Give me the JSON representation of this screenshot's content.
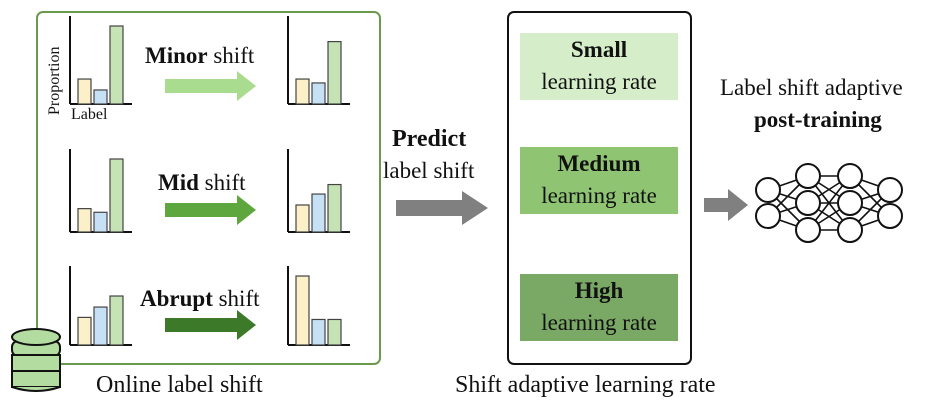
{
  "online_section": {
    "caption": "Online label shift",
    "axis_y_label": "Proportion",
    "axis_x_label": "Label",
    "shifts": [
      {
        "bold": "Minor",
        "rest": " shift",
        "arrow_color": "#a9dc8e",
        "before": [
          0.32,
          0.18,
          1.0
        ],
        "after": [
          0.32,
          0.27,
          0.8
        ]
      },
      {
        "bold": "Mid",
        "rest": " shift",
        "arrow_color": "#5ea63e",
        "before": [
          0.32,
          0.27,
          1.0
        ],
        "after": [
          0.37,
          0.52,
          0.65
        ]
      },
      {
        "bold": "Abrupt",
        "rest": " shift",
        "arrow_color": "#3c7a2a",
        "before": [
          0.4,
          0.55,
          0.71
        ],
        "after": [
          1.0,
          0.37,
          0.37
        ]
      }
    ]
  },
  "predict": {
    "bold": "Predict",
    "rest": "label shift"
  },
  "lr_section": {
    "caption": "Shift adaptive learning rate",
    "boxes": [
      {
        "l1": "Small",
        "l2": "learning rate",
        "fill": "#d5edc8"
      },
      {
        "l1": "Medium",
        "l2": "learning rate",
        "fill": "#8fc472"
      },
      {
        "l1": "High",
        "l2": "learning rate",
        "fill": "#7aa865"
      }
    ]
  },
  "post_training": {
    "line1": "Label shift adaptive",
    "line2": "post-training"
  },
  "colors": {
    "frame_green": "#6b9a4e",
    "bar_yellow": "#fbf0c8",
    "bar_blue": "#c6e1f5",
    "bar_green": "#c5e3b4",
    "arrow_gray": "#808080",
    "db_fill": "#b3dca0"
  }
}
